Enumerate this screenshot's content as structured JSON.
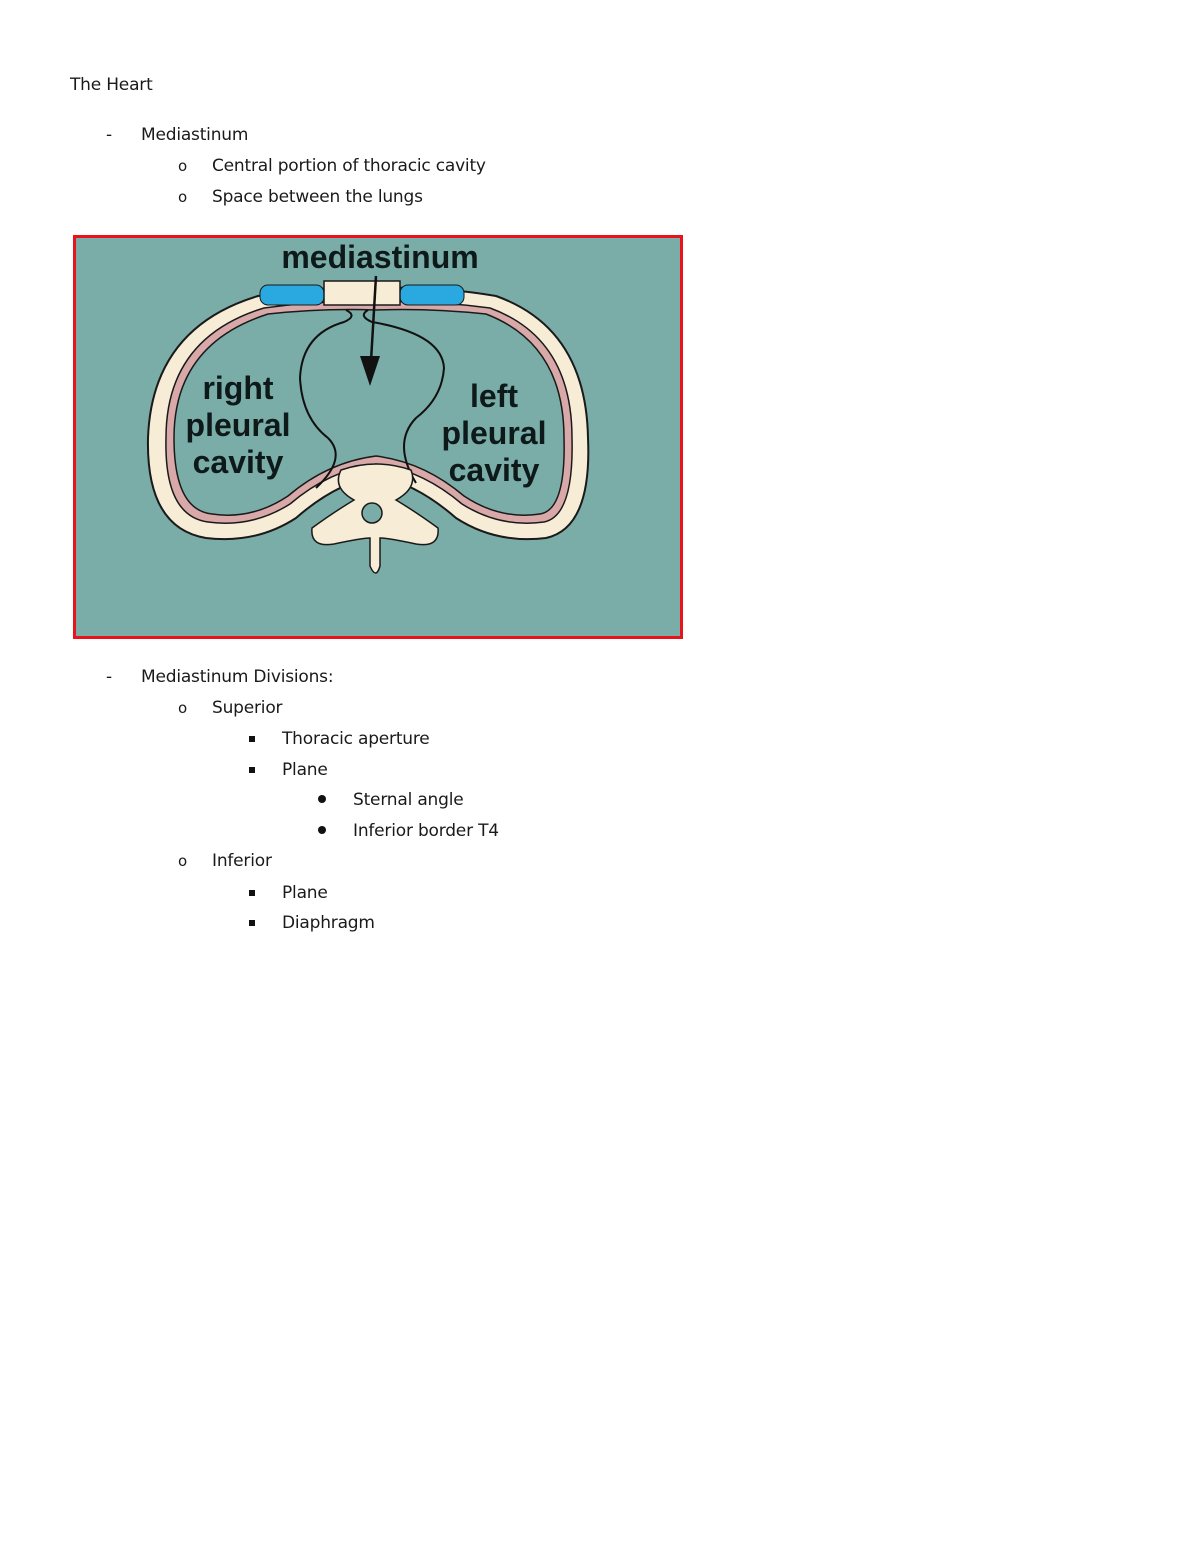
{
  "document": {
    "title": "The Heart",
    "sections": [
      {
        "marker": "-",
        "label": "Mediastinum",
        "items": [
          {
            "marker": "o",
            "label": "Central portion of thoracic cavity"
          },
          {
            "marker": "o",
            "label": "Space between the lungs"
          }
        ]
      },
      {
        "marker": "-",
        "label": "Mediastinum Divisions:",
        "items": [
          {
            "marker": "o",
            "label": "Superior",
            "items": [
              {
                "marker": "square",
                "label": "Thoracic aperture"
              },
              {
                "marker": "square",
                "label": "Plane",
                "items": [
                  {
                    "marker": "bullet",
                    "label": "Sternal angle"
                  },
                  {
                    "marker": "bullet",
                    "label": "Inferior border T4"
                  }
                ]
              }
            ]
          },
          {
            "marker": "o",
            "label": "Inferior",
            "items": [
              {
                "marker": "square",
                "label": "Plane"
              },
              {
                "marker": "square",
                "label": "Diaphragm"
              }
            ]
          }
        ]
      }
    ]
  },
  "figure": {
    "labels": {
      "top": "mediastinum",
      "right_cavity": [
        "right",
        "pleural",
        "cavity"
      ],
      "left_cavity": [
        "left",
        "pleural",
        "cavity"
      ]
    },
    "colors": {
      "background": "#7aaca8",
      "border": "#e8141b",
      "bone": "#f7ecd6",
      "pleura": "#d9a9a9",
      "cartilage": "#2aa8e0"
    }
  }
}
